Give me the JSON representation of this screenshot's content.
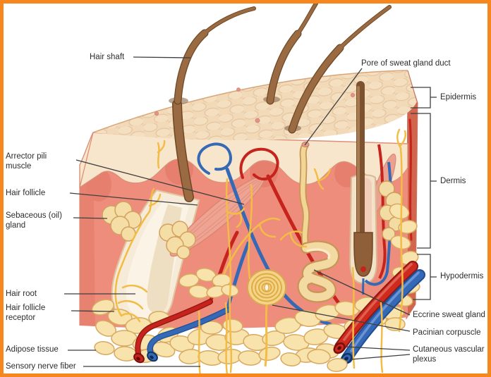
{
  "figure": {
    "title": "Skin cross-section anatomical diagram",
    "labels": {
      "hair_shaft": "Hair shaft",
      "pore_of_sweat_gland_duct": "Pore of sweat gland duct",
      "epidermis": "Epidermis",
      "dermis": "Dermis",
      "hypodermis": "Hypodermis",
      "arrector_pili_muscle": "Arrector pili muscle",
      "hair_follicle": "Hair follicle",
      "sebaceous_oil_gland": "Sebaceous (oil) gland",
      "hair_root": "Hair root",
      "hair_follicle_receptor": "Hair follicle receptor",
      "adipose_tissue": "Adipose tissue",
      "sensory_nerve_fiber": "Sensory nerve fiber",
      "eccrine_sweat_gland": "Eccrine sweat gland",
      "pacinian_corpuscle": "Pacinian corpuscle",
      "cutaneous_vascular_plexus": "Cutaneous vascular plexus"
    },
    "colors": {
      "border": "#F6871F",
      "dermis": "#EF8D7C",
      "dermis_dark": "#E67F6E",
      "epidermis_surface": "#F2D9B8",
      "epidermis_band": "#F8E6CC",
      "hair_brown": "#8E5F38",
      "vessel_red": "#C5231B",
      "vessel_blue": "#3568B5",
      "nerve_yellow": "#F2BC45",
      "gland_yellow": "#F5DEA6",
      "adipose_yellow": "#F8E3AC",
      "muscle_pink": "#EFA493",
      "follicle_sheath": "#F6EBD8",
      "leader_line": "#3F3F3F",
      "label_text": "#2D2D2D"
    }
  }
}
